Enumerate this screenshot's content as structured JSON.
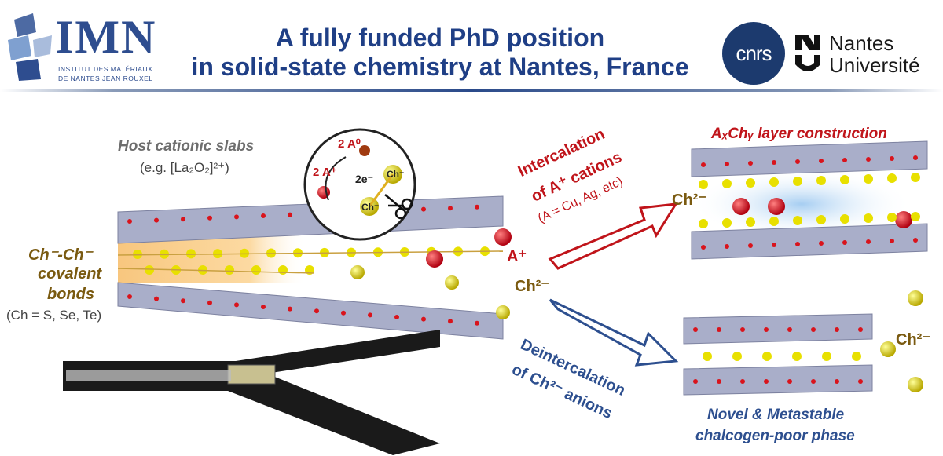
{
  "header": {
    "title_line1": "A fully funded PhD position",
    "title_line2": "in solid-state chemistry at Nantes, France",
    "imn_logo": {
      "name": "IMN",
      "subtitle_line1": "INSTITUT DES MATÉRIAUX",
      "subtitle_line2": "DE NANTES JEAN ROUXEL"
    },
    "cnrs_logo": "cnrs",
    "nantes_logo": {
      "line1": "Nantes",
      "line2": "Université"
    }
  },
  "diagram": {
    "host_slabs_title": "Host cationic slabs",
    "host_slabs_example": "(e.g. [La₂O₂]²⁺)",
    "covalent_bonds_line1": "Ch⁻-Ch⁻",
    "covalent_bonds_line2": "covalent",
    "covalent_bonds_line3": "bonds",
    "ch_definition": "(Ch = S, Se, Te)",
    "inset_a0": "2 A⁰",
    "inset_electrons": "2e⁻",
    "inset_a_plus": "2 A⁺",
    "inset_ch_top": "Ch⁻",
    "inset_ch_bottom": "Ch⁻",
    "a_plus_label": "A⁺",
    "ch2_label": "Ch²⁻",
    "intercalation_line1": "Intercalation",
    "intercalation_line2": "of A⁺ cations",
    "intercalation_line3": "(A = Cu, Ag, etc)",
    "layer_construction": "AₓChᵧ layer construction",
    "ch2_right_label": "Ch²⁻",
    "deintercalation_line1": "Deintercalation",
    "deintercalation_line2": "of Ch²⁻ anions",
    "novel_phase_line1": "Novel & Metastable",
    "novel_phase_line2": "chalcogen-poor phase",
    "ch2_bottom_right": "Ch²⁻"
  },
  "colors": {
    "title_blue": "#1f3f86",
    "accent_red": "#c0141a",
    "accent_gold": "#7a5a10",
    "slab_fill": "#a9aec9",
    "chalcogen_yellow": "#e8e000",
    "oxygen_red": "#d9141c"
  },
  "icons": [
    "imn-logo-mark",
    "cnrs-logo",
    "nantes-universite-mark",
    "scissors-icon",
    "zipper-illustration",
    "red-arrow",
    "blue-arrow"
  ]
}
